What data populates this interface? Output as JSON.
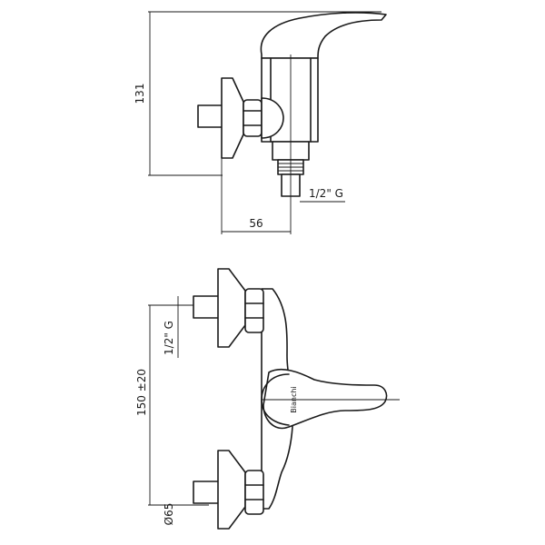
{
  "side_view": {
    "height_label": "131",
    "depth_label": "56",
    "thread_label": "1/2\" G"
  },
  "front_view": {
    "center_distance_label": "150 ±20",
    "thread_label": "1/2\" G",
    "rosette_label": "Ø65",
    "brand_label": "Bianchi"
  }
}
